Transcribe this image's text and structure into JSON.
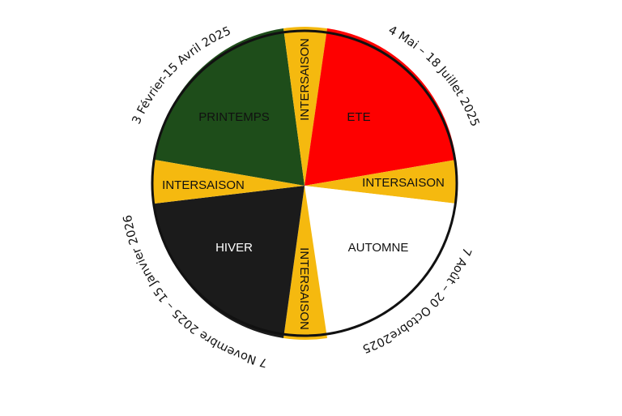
{
  "wheel": {
    "segments": [
      {
        "id": "printemps",
        "label": "PRINTEMPS",
        "color": "#1e4d1a",
        "text_color": "#111111"
      },
      {
        "id": "intersaison-top",
        "label": "INTERSAISON",
        "color": "#f5b90f",
        "text_color": "#111111"
      },
      {
        "id": "ete",
        "label": "ETE",
        "color": "#fe0000",
        "text_color": "#111111"
      },
      {
        "id": "intersaison-right",
        "label": "INTERSAISON",
        "color": "#f5b90f",
        "text_color": "#111111"
      },
      {
        "id": "automne",
        "label": "AUTOMNE",
        "color": "#ffffff",
        "text_color": "#111111"
      },
      {
        "id": "intersaison-bottom",
        "label": "INTERSAISON",
        "color": "#f5b90f",
        "text_color": "#111111"
      },
      {
        "id": "hiver",
        "label": "HIVER",
        "color": "#1b1b1b",
        "text_color": "#ffffff"
      },
      {
        "id": "intersaison-left",
        "label": "INTERSAISON",
        "color": "#f5b90f",
        "text_color": "#111111"
      }
    ],
    "date_labels": {
      "printemps": "3 Février-15 Avril 2025",
      "ete": "4 Mai – 18 Juillet 2025",
      "automne": "7 Août – 20 Octobre2025",
      "hiver": "7 Novembre 2025 – 15 Janvier 2026"
    }
  }
}
